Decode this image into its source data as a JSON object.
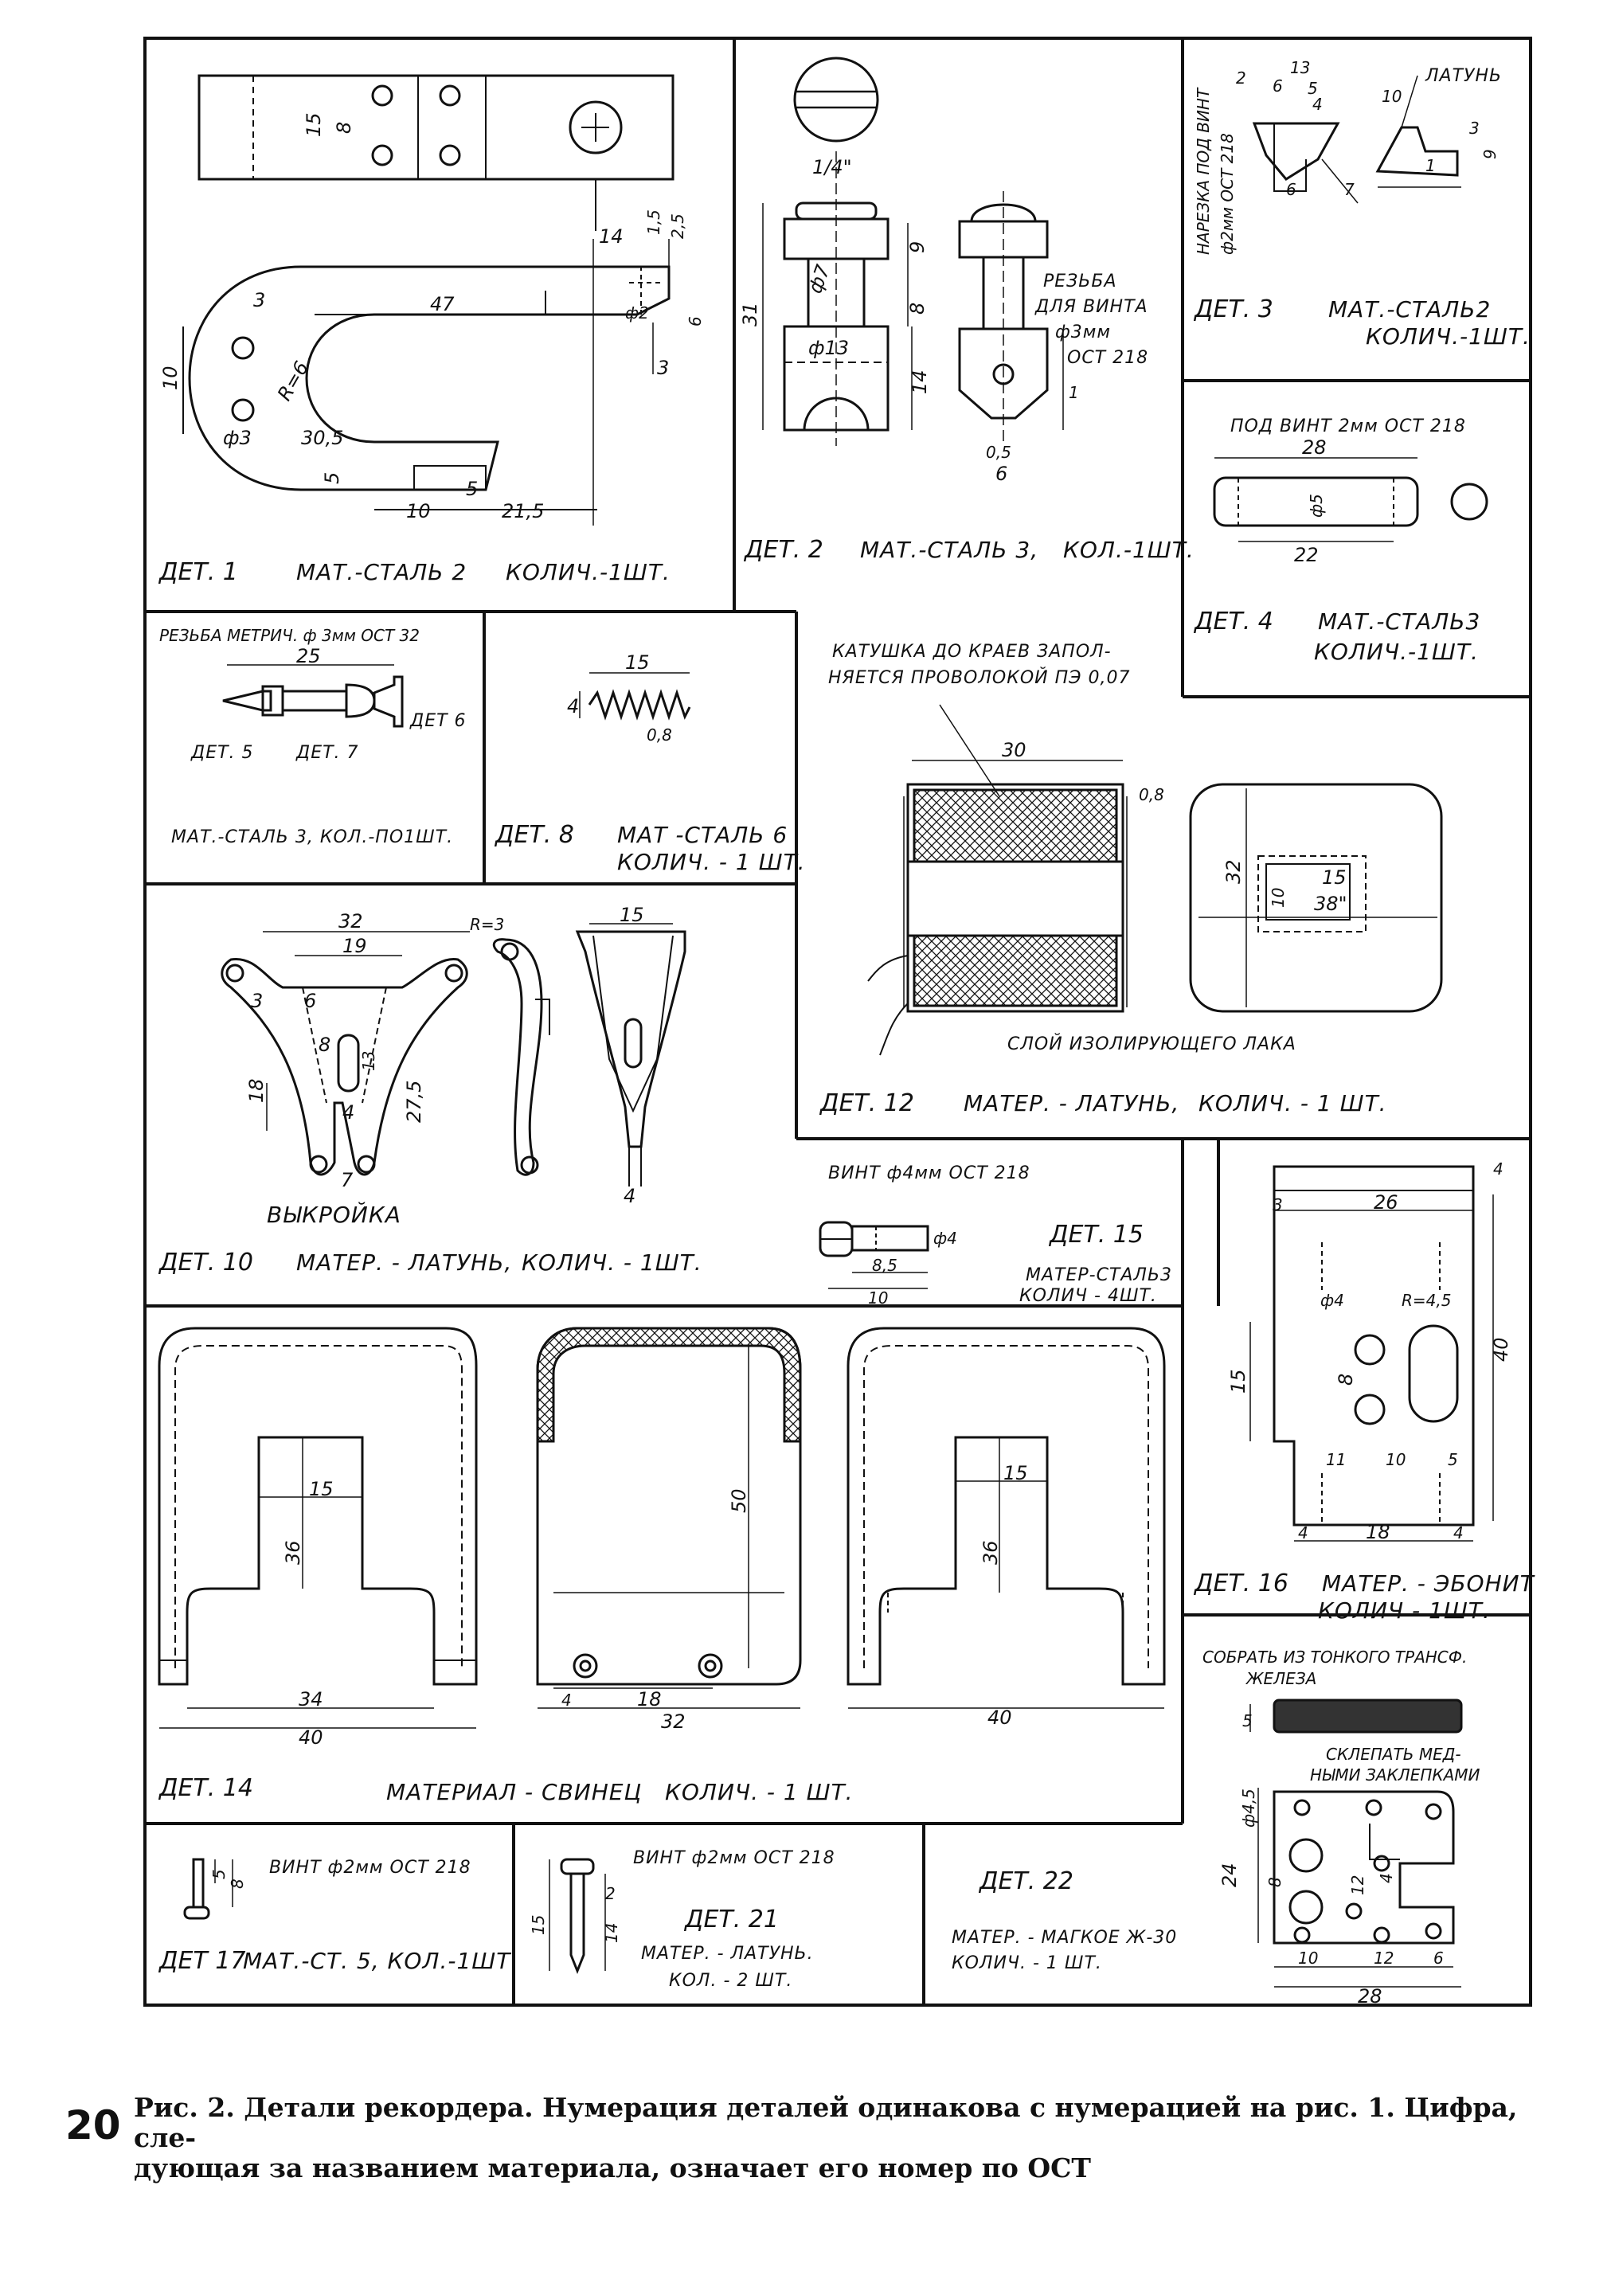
{
  "page_number": "20",
  "caption": {
    "line1": "Рис. 2. Детали рекордера. Нумерация деталей одинакова с нумерацией на рис. 1. Цифра, сле-",
    "line2": "дующая за названием материала, означает его номер по ОСТ"
  },
  "parts": {
    "det1": {
      "label": "ДЕТ. 1",
      "material": "МАТ.-СТАЛЬ 2",
      "qty": "КОЛИЧ.-1ШТ.",
      "dims": [
        "15",
        "8",
        "14",
        "1,5",
        "2,5",
        "3",
        "47",
        "ф2",
        "6",
        "3",
        "10",
        "R=6",
        "ф3",
        "30,5",
        "5",
        "5",
        "10",
        "21,5"
      ]
    },
    "det2": {
      "label": "ДЕТ. 2",
      "material": "МАТ.-СТАЛЬ 3,",
      "qty": "КОЛ.-1ШТ.",
      "note": [
        "РЕЗЬБА",
        "ДЛЯ ВИНТА",
        "ф3мм",
        "ОСТ 218"
      ],
      "dims": [
        "1/4\"",
        "9",
        "31",
        "ф7",
        "8",
        "ф13",
        "14",
        "1",
        "0,5",
        "6"
      ]
    },
    "det3": {
      "label": "ДЕТ. 3",
      "material": "МАТ.-СТАЛЬ2",
      "qty": "КОЛИЧ.-1ШТ.",
      "note_vertical": [
        "НАРЕЗКА ПОД ВИНТ",
        "ф2мм ОСТ 218"
      ],
      "brass": "ЛАТУНЬ",
      "dims": [
        "13",
        "2",
        "6",
        "5",
        "4",
        "10",
        "3",
        "9",
        "1",
        "6",
        "7"
      ]
    },
    "det4": {
      "label": "ДЕТ. 4",
      "material": "МАТ.-СТАЛЬ3",
      "qty": "КОЛИЧ.-1ШТ.",
      "note": "ПОД ВИНТ 2мм ОСТ 218",
      "dims": [
        "28",
        "ф5",
        "22"
      ]
    },
    "det567": {
      "note": "РЕЗЬБА МЕТРИЧ. ф 3мм ОСТ 32",
      "dims": [
        "25"
      ],
      "det5": "ДЕТ. 5",
      "det6": "ДЕТ 6",
      "det7": "ДЕТ. 7",
      "material": "МАТ.-СТАЛЬ 3, КОЛ.-ПО1ШТ."
    },
    "det8": {
      "label": "ДЕТ. 8",
      "material": "МАТ -СТАЛЬ 6",
      "qty": "КОЛИЧ. - 1 ШТ.",
      "dims": [
        "15",
        "4",
        "0,8"
      ]
    },
    "det10": {
      "label": "ДЕТ. 10",
      "material": "МАТЕР. - ЛАТУНЬ,",
      "qty": "КОЛИЧ. - 1ШТ.",
      "pattern": "ВЫКРОЙКА",
      "dims": [
        "32",
        "R=3",
        "19",
        "3",
        "6",
        "8",
        "13",
        "18",
        "4",
        "27,5",
        "7",
        "15",
        "4"
      ]
    },
    "det12": {
      "label": "ДЕТ. 12",
      "material": "МАТЕР. - ЛАТУНЬ,",
      "qty": "КОЛИЧ. - 1 ШТ.",
      "note_top": [
        "КАТУШКА ДО КРАЕВ ЗАПОЛ-",
        "НЯЕТСЯ ПРОВОЛОКОЙ ПЭ 0,07"
      ],
      "note_bottom": "СЛОЙ ИЗОЛИРУЮЩЕГО ЛАКА",
      "dims": [
        "30",
        "0,8",
        "32",
        "15",
        "10",
        "38\""
      ]
    },
    "det14": {
      "label": "ДЕТ. 14",
      "material": "МАТЕРИАЛ - СВИНЕЦ",
      "qty": "КОЛИЧ. - 1 ШТ.",
      "dims": [
        "15",
        "36",
        "34",
        "40",
        "50",
        "4",
        "18",
        "32",
        "15",
        "36",
        "40"
      ]
    },
    "det15": {
      "label": "ДЕТ. 15",
      "note": "ВИНТ ф4мм ОСТ 218",
      "material": "МАТЕР-СТАЛЬ3",
      "qty": "КОЛИЧ - 4ШТ.",
      "dims": [
        "ф4",
        "8,5",
        "10"
      ]
    },
    "det16": {
      "label": "ДЕТ. 16",
      "material": "МАТЕР. - ЭБОНИТ",
      "qty": "КОЛИЧ - 1ШТ.",
      "dims": [
        "4",
        "3",
        "26",
        "ф4",
        "R=4,5",
        "15",
        "8",
        "40",
        "11",
        "10",
        "5",
        "4",
        "18",
        "4"
      ]
    },
    "det17": {
      "label": "ДЕТ 17",
      "note": "ВИНТ ф2мм ОСТ 218",
      "material": "МАТ.-СТ. 5, КОЛ.-1ШТ.",
      "dims": [
        "5",
        "8"
      ]
    },
    "det21": {
      "label": "ДЕТ. 21",
      "note": "ВИНТ ф2мм ОСТ 218",
      "material": "МАТЕР. - ЛАТУНЬ.",
      "qty": "КОЛ. - 2 ШТ.",
      "dims": [
        "2",
        "15",
        "14"
      ]
    },
    "det22": {
      "label": "ДЕТ. 22",
      "material": "МАТЕР. - МАГКОЕ Ж-30",
      "qty": "КОЛИЧ. - 1 ШТ.",
      "note_top": [
        "СОБРАТЬ ИЗ ТОНКОГО ТРАНСФ.",
        "ЖЕЛЕЗА"
      ],
      "note_rivet": [
        "СКЛЕПАТЬ МЕД-",
        "НЫМИ ЗАКЛЕПКАМИ"
      ],
      "dims": [
        "5",
        "ф4,5",
        "24",
        "8",
        "12",
        "4",
        "10",
        "12",
        "6",
        "28"
      ]
    }
  }
}
